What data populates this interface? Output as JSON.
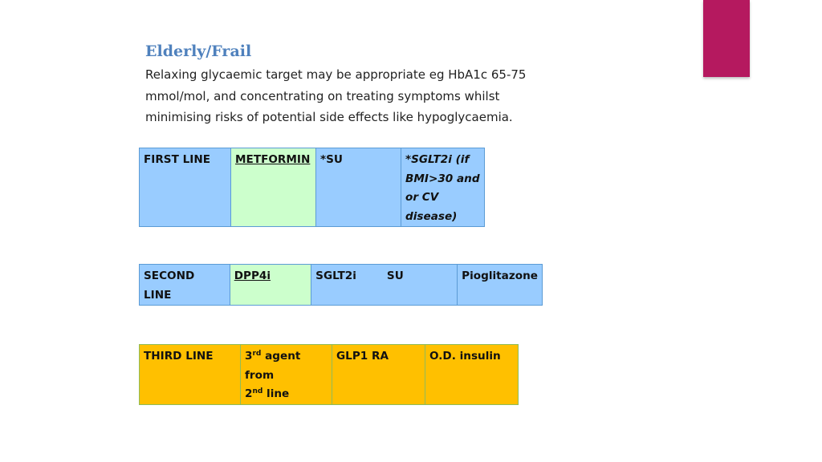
{
  "colors": {
    "accent_bar": "#b5195f",
    "heading": "#4f81bd",
    "line_blue": "#99ccff",
    "metformin_green": "#ccffcc",
    "dpp4i_green": "#ccffcc",
    "third_line_orange": "#ffc000",
    "first_border": "#5b9bd5",
    "third_border": "#8fbc5a"
  },
  "slide": {
    "title": "Elderly/Frail",
    "body": "Relaxing glycaemic target may be appropriate eg HbA1c 65-75 mmol/mol, and concentrating on treating symptoms whilst minimising risks of potential side effects like hypoglycaemia."
  },
  "first_line": {
    "label": "FIRST LINE",
    "metformin": "METFORMIN",
    "su": "*SU",
    "sglt2i_l1": "*SGLT2i (if",
    "sglt2i_l2": "BMI>30 and",
    "sglt2i_l3": "or CV",
    "sglt2i_l4": "disease)"
  },
  "second_line": {
    "label": "SECOND LINE",
    "dpp4i": "DPP4i",
    "sglt2i": "SGLT2i",
    "su": "SU",
    "pioglitazone": "Pioglitazone"
  },
  "third_line": {
    "label": "THIRD LINE",
    "agent_num1": "3",
    "agent_sup1": "rd",
    "agent_text1": " agent from",
    "agent_num2": "2",
    "agent_sup2": "nd",
    "agent_text2": " line",
    "glp1": "GLP1 RA",
    "insulin": "O.D. insulin"
  }
}
